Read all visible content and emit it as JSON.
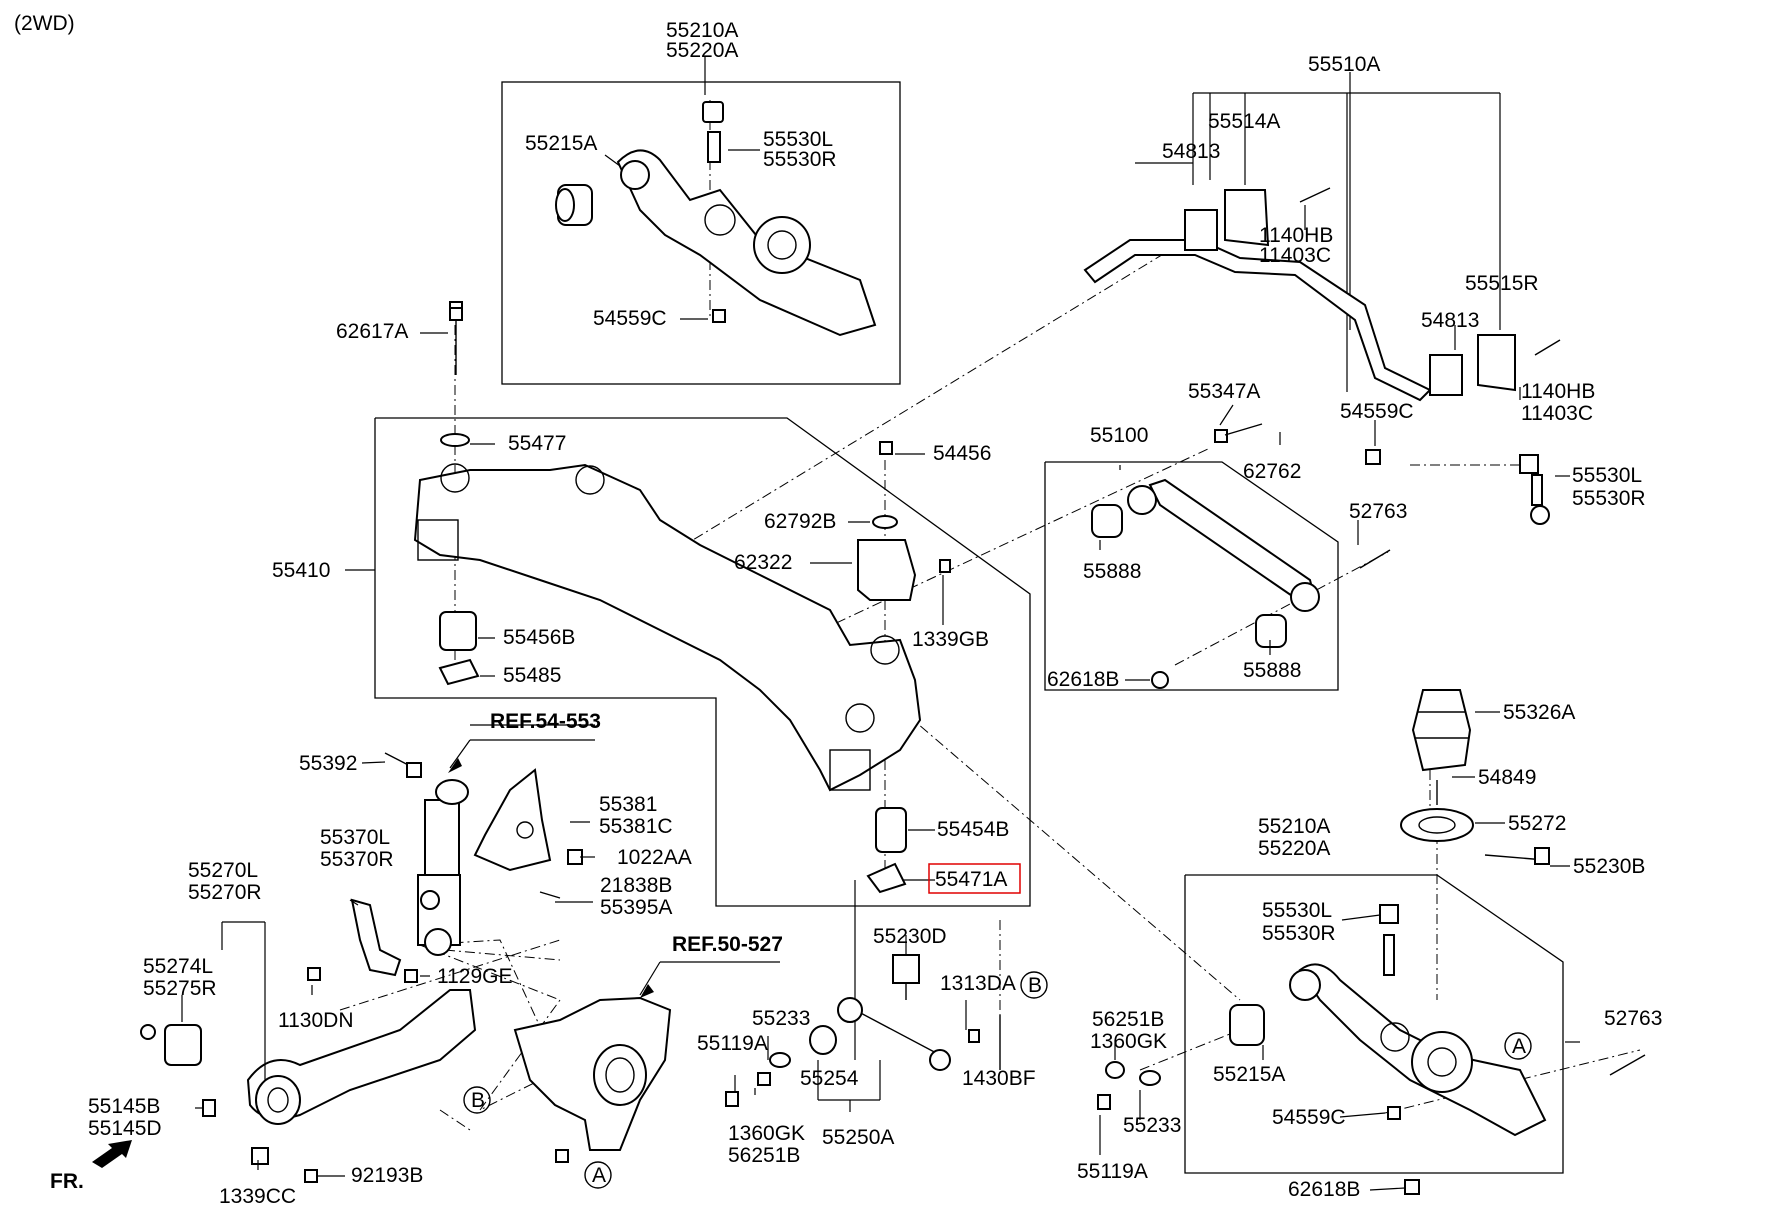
{
  "header": {
    "variant": "(2WD)"
  },
  "accent_color": "#e00000",
  "highlighted_part": "55471A",
  "refs": {
    "ref1": "REF.54-553",
    "ref2": "REF.50-527"
  },
  "markers": {
    "a": "A",
    "b": "B"
  },
  "fr": "FR.",
  "parts": {
    "p55210A_top": "55210A",
    "p55220A_top": "55220A",
    "p55215A_top": "55215A",
    "p55530L_top": "55530L",
    "p55530R_top": "55530R",
    "p54559C_top": "54559C",
    "p62617A": "62617A",
    "p55477": "55477",
    "p55410": "55410",
    "p55456B": "55456B",
    "p55485": "55485",
    "p54456": "54456",
    "p62792B": "62792B",
    "p62322": "62322",
    "p1339GB": "1339GB",
    "p55454B": "55454B",
    "p55471A": "55471A",
    "p55510A": "55510A",
    "p55514A": "55514A",
    "p54813_a": "54813",
    "p1140HB_a": "1140HB",
    "p11403C_a": "11403C",
    "p55515R": "55515R",
    "p54813_b": "54813",
    "p1140HB_b": "1140HB",
    "p11403C_b": "11403C",
    "p55347A": "55347A",
    "p55100": "55100",
    "p62762": "62762",
    "p54559C_mid": "54559C",
    "p55530L_mid": "55530L",
    "p55530R_mid": "55530R",
    "p55888_a": "55888",
    "p52763_top": "52763",
    "p55888_b": "55888",
    "p62618B_top": "62618B",
    "p55326A": "55326A",
    "p54849": "54849",
    "p55272": "55272",
    "p55210A_br": "55210A",
    "p55220A_br": "55220A",
    "p55230B": "55230B",
    "p55530L_br": "55530L",
    "p55530R_br": "55530R",
    "p55215A_br": "55215A",
    "p54559C_br": "54559C",
    "p52763_br": "52763",
    "p62618B_br": "62618B",
    "p55392": "55392",
    "p55381": "55381",
    "p55381C": "55381C",
    "p55370L": "55370L",
    "p55370R": "55370R",
    "p1022AA": "1022AA",
    "p21838B": "21838B",
    "p55395A": "55395A",
    "p1129GE": "1129GE",
    "p1130DN": "1130DN",
    "p55270L": "55270L",
    "p55270R": "55270R",
    "p55274L": "55274L",
    "p55275R": "55275R",
    "p55145B": "55145B",
    "p55145D": "55145D",
    "p1339CC": "1339CC",
    "p92193B": "92193B",
    "p55230D": "55230D",
    "p55233_a": "55233",
    "p1313DA": "1313DA",
    "p55119A_a": "55119A",
    "p55254": "55254",
    "p1430BF": "1430BF",
    "p1360GK_a": "1360GK",
    "p56251B_a": "56251B",
    "p55250A": "55250A",
    "p56251B_b": "56251B",
    "p1360GK_b": "1360GK",
    "p55233_b": "55233",
    "p55119A_b": "55119A"
  }
}
